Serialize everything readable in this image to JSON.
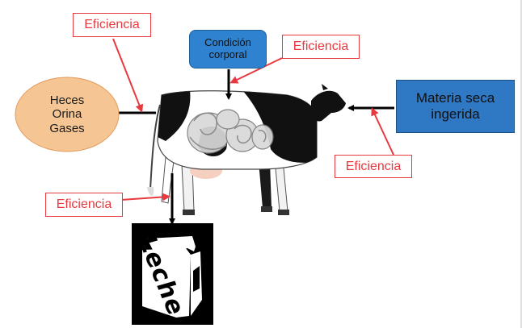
{
  "diagram": {
    "intake": {
      "lines": [
        "Materia seca",
        "ingerida"
      ]
    },
    "condition": {
      "lines": [
        "Condición",
        "corporal"
      ]
    },
    "losses": {
      "lines": [
        "Heces",
        "Orina",
        "Gases"
      ]
    },
    "product": {
      "label": "Leche"
    },
    "efficiency_labels": [
      "Eficiencia",
      "Eficiencia",
      "Eficiencia",
      "Eficiencia"
    ],
    "colors": {
      "efficiency_border": "#e8393f",
      "efficiency_text": "#e8393f",
      "efficiency_arrow": "#e8393f",
      "intake_fill": "#2f78c4",
      "condition_fill": "#2f82d0",
      "losses_fill": "#f6c594",
      "flow_arrow": "#000000"
    }
  }
}
